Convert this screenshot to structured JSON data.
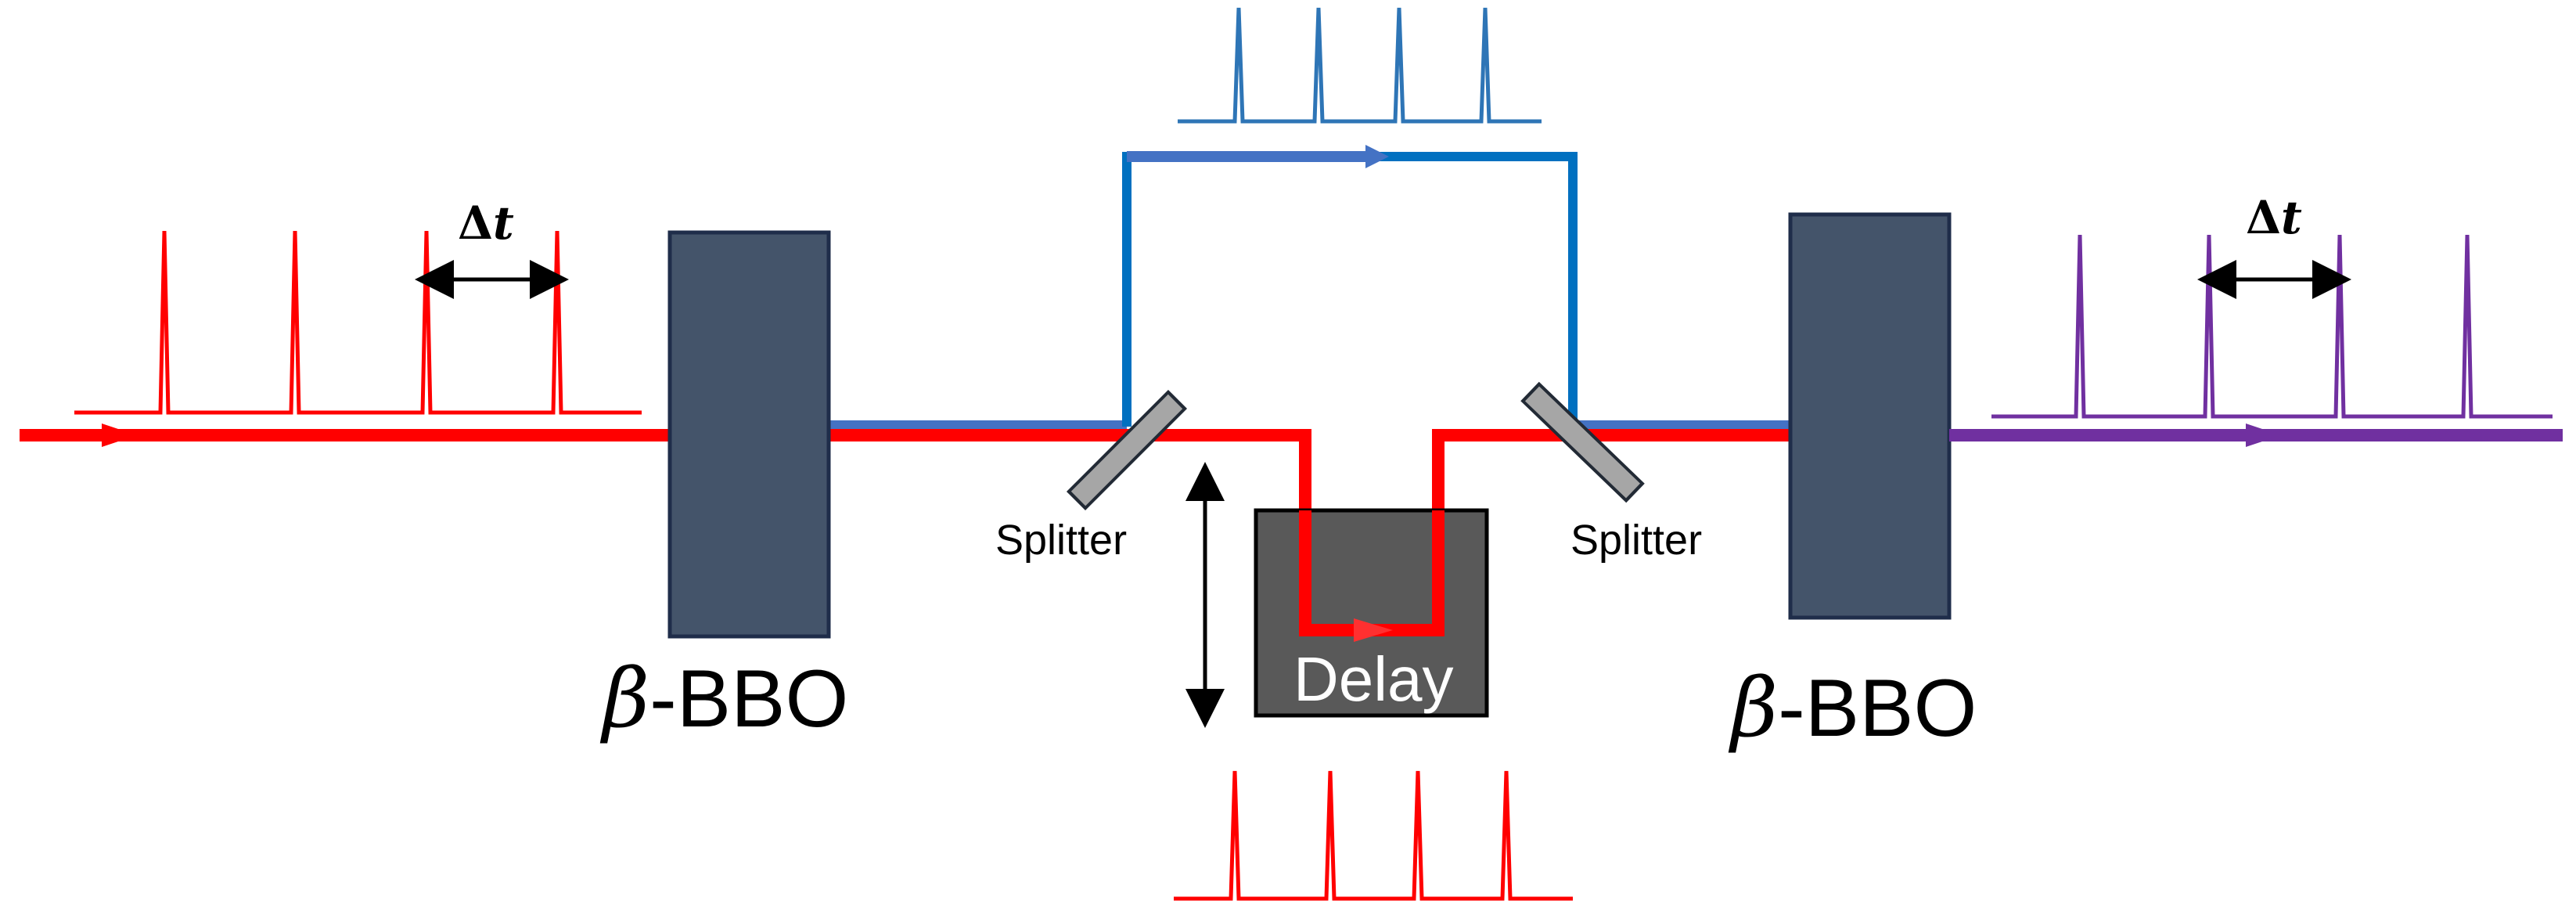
{
  "colors": {
    "red": "#FF0000",
    "blue_beam": "#4472C4",
    "blue_path": "#0070C0",
    "blue_pulse": "#2E75B6",
    "purple": "#7030A0",
    "crystal": "#44546A",
    "crystal_border": "#1F2D4A",
    "delay_box": "#595959",
    "splitter": "#A6A6A6",
    "splitter_border": "#222A35"
  },
  "labels": {
    "delta_t_symbol": "Δ",
    "delta_t_var": "t",
    "splitter_left": "Splitter",
    "splitter_right": "Splitter",
    "delay": "Delay",
    "bbo_beta": "β",
    "bbo_suffix": "-BBO"
  }
}
